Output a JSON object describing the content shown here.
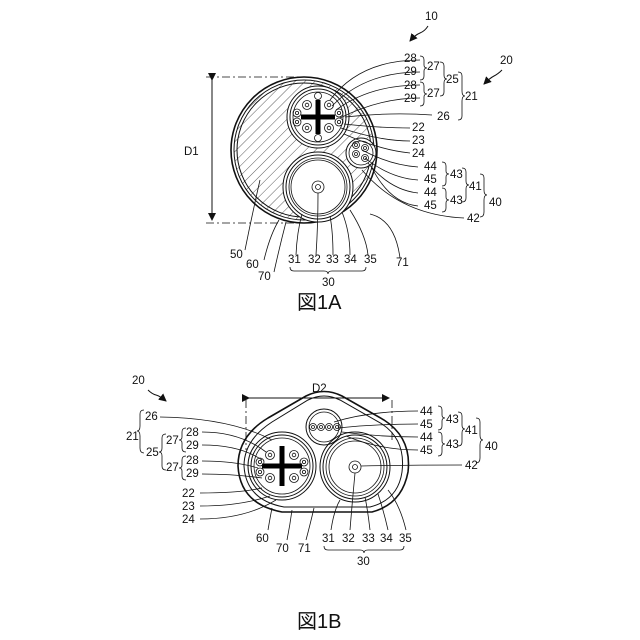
{
  "figures": [
    {
      "id": "1A",
      "caption": "図1A",
      "ref_main": "10",
      "ref_sub": "20",
      "dimension": "D1",
      "labels": {
        "l28a": "28",
        "l29a": "29",
        "l28b": "28",
        "l29b": "29",
        "l27a": "27",
        "l27b": "27",
        "l25": "25",
        "l21": "21",
        "l26": "26",
        "l22": "22",
        "l23": "23",
        "l24": "24",
        "l44a": "44",
        "l45a": "45",
        "l44b": "44",
        "l45b": "45",
        "l43a": "43",
        "l43b": "43",
        "l41": "41",
        "l40": "40",
        "l42": "42",
        "l50": "50",
        "l60": "60",
        "l70": "70",
        "l71": "71",
        "l31": "31",
        "l32": "32",
        "l33": "33",
        "l34": "34",
        "l35": "35",
        "l30": "30"
      }
    },
    {
      "id": "1B",
      "caption": "図1B",
      "ref_sub": "20",
      "dimension": "D2",
      "labels": {
        "l26": "26",
        "l28a": "28",
        "l29a": "29",
        "l28b": "28",
        "l29b": "29",
        "l27a": "27",
        "l27b": "27",
        "l25": "25",
        "l21": "21",
        "l22": "22",
        "l23": "23",
        "l24": "24",
        "l44a": "44",
        "l45a": "45",
        "l44b": "44",
        "l45b": "45",
        "l43a": "43",
        "l43b": "43",
        "l41": "41",
        "l40": "40",
        "l42": "42",
        "l60": "60",
        "l70": "70",
        "l71": "71",
        "l31": "31",
        "l32": "32",
        "l33": "33",
        "l34": "34",
        "l35": "35",
        "l30": "30"
      }
    }
  ]
}
